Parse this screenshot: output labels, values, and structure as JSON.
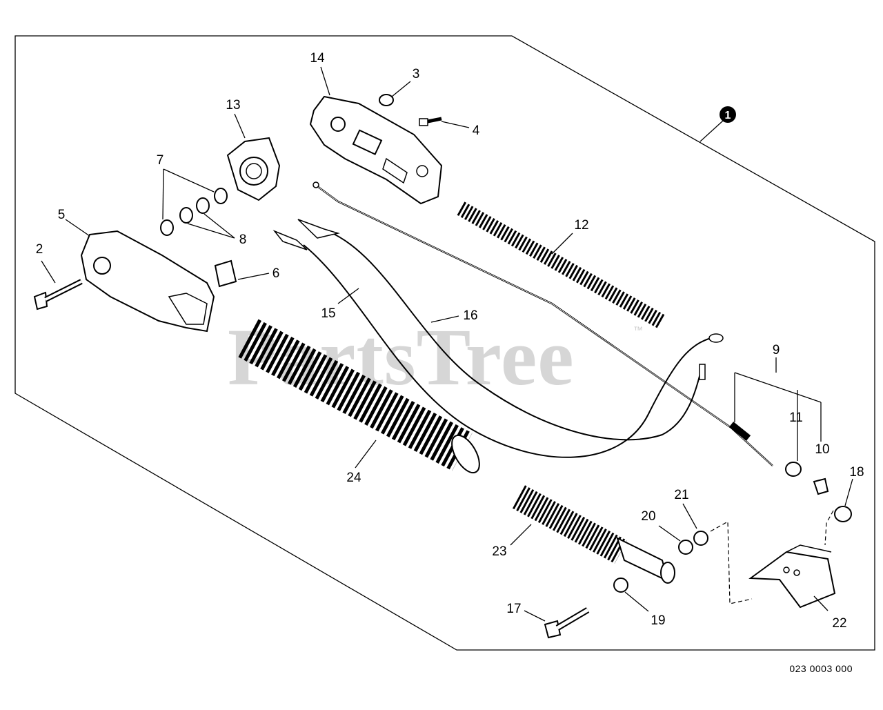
{
  "assembly_marker": "1",
  "callouts": [
    "2",
    "3",
    "4",
    "5",
    "6",
    "7",
    "8",
    "9",
    "10",
    "11",
    "12",
    "13",
    "14",
    "15",
    "16",
    "17",
    "18",
    "19",
    "20",
    "21",
    "22",
    "23",
    "24"
  ],
  "drawing_number": "023 0003 000",
  "watermark": {
    "text": "PartsTree",
    "tm": "™"
  }
}
